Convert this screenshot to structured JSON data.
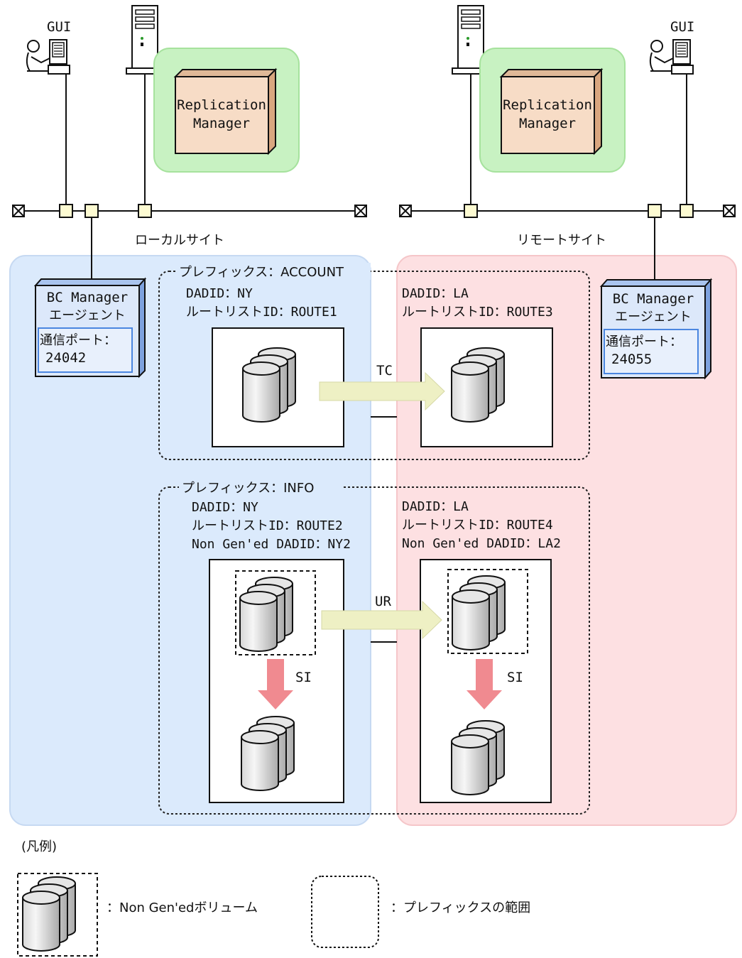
{
  "gui_label": "GUI",
  "replication_manager": [
    "Replication",
    "Manager"
  ],
  "local_site_label": "ローカルサイト",
  "remote_site_label": "リモートサイト",
  "local_agent": {
    "title": [
      "BC Manager",
      "エージェント"
    ],
    "port_label": "通信ポート：",
    "port": "24042"
  },
  "remote_agent": {
    "title": [
      "BC Manager",
      "エージェント"
    ],
    "port_label": "通信ポート：",
    "port": "24055"
  },
  "prefix_account": {
    "title": "プレフィックス：ACCOUNT",
    "local": {
      "dadid": "DADID：NY",
      "route": "ルートリストID：ROUTE1"
    },
    "remote": {
      "dadid": "DADID：LA",
      "route": "ルートリストID：ROUTE3"
    },
    "copy_type": "TC"
  },
  "prefix_info": {
    "title": "プレフィックス：INFO",
    "local": {
      "dadid": "DADID：NY",
      "route": "ルートリストID：ROUTE2",
      "nongen": "Non Gen'ed DADID：NY2"
    },
    "remote": {
      "dadid": "DADID：LA",
      "route": "ルートリストID：ROUTE4",
      "nongen": "Non Gen'ed DADID：LA2"
    },
    "copy_type": "UR",
    "local_copy": "SI"
  },
  "legend": {
    "title": "(凡例)",
    "nongen_volume": "：Non Gen'edボリューム",
    "prefix_range": "：プレフィックスの範囲"
  },
  "colors": {
    "local_site_bg": "#dbeafc",
    "remote_site_bg": "#fde0e2",
    "replication_bg": "#c8f2c2",
    "replication_box": "#f7dcc6",
    "agent_box": "#dce8fa",
    "tc_ur_arrow": "#eef0c4",
    "si_arrow": "#f08a90"
  }
}
